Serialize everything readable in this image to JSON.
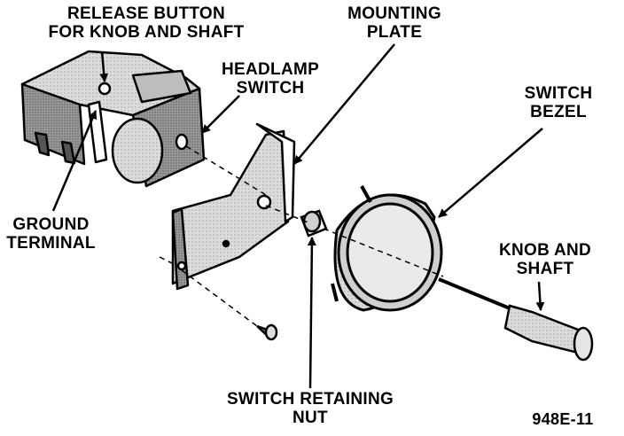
{
  "colors": {
    "ink": "#000000",
    "paper": "#ffffff",
    "shade": "#8a8a8a",
    "light_shade": "#cfcfcf"
  },
  "labels": {
    "release_button": [
      "RELEASE BUTTON",
      "FOR KNOB AND SHAFT"
    ],
    "mounting_plate": [
      "MOUNTING",
      "PLATE"
    ],
    "headlamp_switch": [
      "HEADLAMP",
      "SWITCH"
    ],
    "switch_bezel": [
      "SWITCH",
      "BEZEL"
    ],
    "ground_terminal": [
      "GROUND",
      "TERMINAL"
    ],
    "knob_and_shaft": [
      "KNOB AND",
      "SHAFT"
    ],
    "switch_retaining_nut": [
      "SWITCH RETAINING",
      "NUT"
    ],
    "figure_code": "948E-11"
  }
}
